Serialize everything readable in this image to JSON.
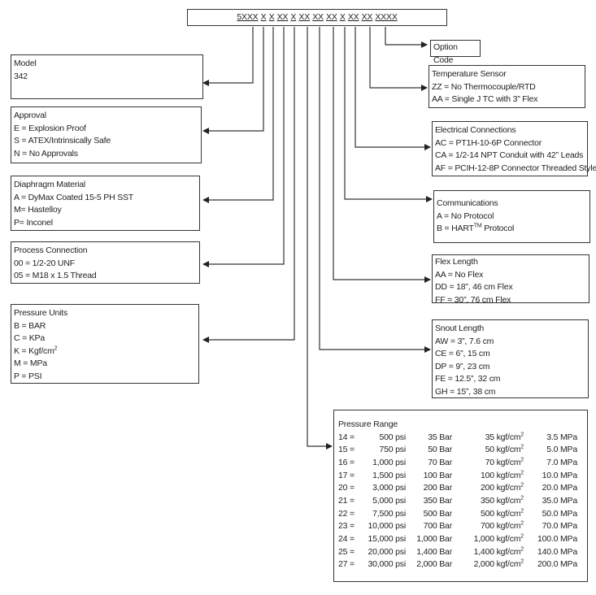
{
  "model_code": [
    "5XXX",
    "X",
    "X",
    "XX",
    "X",
    "XX",
    "XX",
    "XX",
    "X",
    "XX",
    "XX",
    "XXXX"
  ],
  "option_code": {
    "title": "Option Code"
  },
  "model": {
    "title": "Model",
    "lines": [
      "342"
    ]
  },
  "approval": {
    "title": "Approval",
    "lines": [
      "E = Explosion Proof",
      "S = ATEX/Intrinsically Safe",
      "N = No Approvals"
    ]
  },
  "diaphragm": {
    "title": "Diaphragm Material",
    "lines": [
      "A =  DyMax Coated 15-5 PH SST",
      "M= Hastelloy",
      "P=  Inconel"
    ]
  },
  "process": {
    "title": "Process Connection",
    "lines": [
      "00 = 1/2-20 UNF",
      "05 = M18 x 1.5 Thread"
    ]
  },
  "units": {
    "title": "Pressure Units",
    "lines": [
      "B =  BAR",
      "C = KPa",
      "K = Kgf/cm²",
      "M = MPa",
      "P = PSI"
    ]
  },
  "temp_sensor": {
    "title": "Temperature Sensor",
    "lines": [
      "ZZ = No Thermocouple/RTD",
      "AA = Single J TC with 3” Flex"
    ]
  },
  "electrical": {
    "title": "Electrical Connections",
    "lines": [
      "AC = PT1H-10-6P Connector",
      "CA = 1/2-14 NPT Conduit with 42” Leads",
      "AF = PCIH-12-8P Connector Threaded Style"
    ]
  },
  "communications": {
    "title": "Communications",
    "lines": [
      "A =  No Protocol",
      "B =  HART™ Protocol"
    ]
  },
  "flex_length": {
    "title": "Flex Length",
    "lines": [
      "AA = No Flex",
      "DD = 18”, 46 cm Flex",
      "FF = 30”, 76 cm Flex"
    ]
  },
  "snout_length": {
    "title": "Snout Length",
    "lines": [
      "AW = 3”, 7.6 cm",
      "CE = 6”, 15 cm",
      "DP = 9”, 23 cm",
      "FE = 12.5”, 32 cm",
      "GH = 15”, 38 cm"
    ]
  },
  "pressure_range": {
    "title": "Pressure Range",
    "rows": [
      [
        "14 =",
        "500 psi",
        "35 Bar",
        "35 kgf/cm²",
        "3.5 MPa"
      ],
      [
        "15 =",
        "750 psi",
        "50 Bar",
        "50 kgf/cm²",
        "5.0 MPa"
      ],
      [
        "16 =",
        "1,000 psi",
        "70 Bar",
        "70 kgf/cm²",
        "7.0 MPa"
      ],
      [
        "17 =",
        "1,500 psi",
        "100 Bar",
        "100 kgf/cm²",
        "10.0 MPa"
      ],
      [
        "20 =",
        "3,000 psi",
        "200 Bar",
        "200 kgf/cm²",
        "20.0 MPa"
      ],
      [
        "21 =",
        "5,000 psi",
        "350 Bar",
        "350 kgf/cm²",
        "35.0 MPa"
      ],
      [
        "22 =",
        "7,500 psi",
        "500 Bar",
        "500 kgf/cm²",
        "50.0 MPa"
      ],
      [
        "23 =",
        "10,000 psi",
        "700 Bar",
        "700 kgf/cm²",
        "70.0 MPa"
      ],
      [
        "24 =",
        "15,000 psi",
        "1,000 Bar",
        "1,000 kgf/cm²",
        "100.0 MPa"
      ],
      [
        "25 =",
        "20,000 psi",
        "1,400 Bar",
        "1,400 kgf/cm²",
        "140.0 MPa"
      ],
      [
        "27 =",
        "30,000 psi",
        "2,000 Bar",
        "2,000 kgf/cm²",
        "200.0 MPa"
      ]
    ]
  }
}
